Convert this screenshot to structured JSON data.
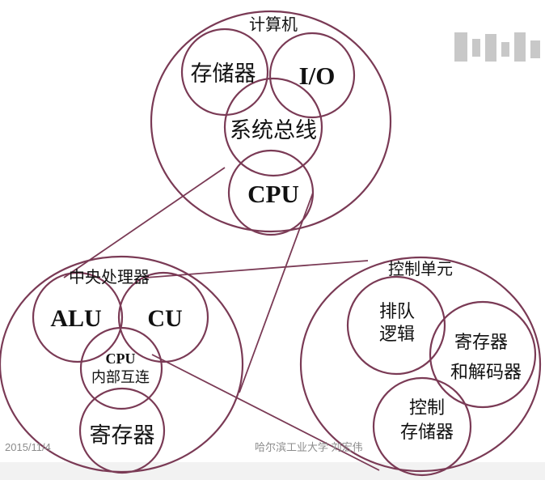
{
  "diagram": {
    "computer": {
      "title": "计算机",
      "memory": "存储器",
      "io": "I/O",
      "system_bus": "系统总线",
      "cpu": "CPU"
    },
    "cpu_detail": {
      "title": "中央处理器",
      "alu": "ALU",
      "cu": "CU",
      "interconnect_line1": "CPU",
      "interconnect_line2": "内部互连",
      "registers": "寄存器"
    },
    "control_unit": {
      "title": "控制单元",
      "queue_line1": "排队",
      "queue_line2": "逻辑",
      "reg_decoder_line1": "寄存器",
      "reg_decoder_line2": "和解码器",
      "control_memory_line1": "控制",
      "control_memory_line2": "存储器"
    }
  },
  "footer": {
    "date": "2015/11/4",
    "author": "哈尔滨工业大学 刘宏伟"
  },
  "colors": {
    "stroke": "#7a3a55",
    "text": "#111111",
    "footer_text": "#8c8c8c"
  }
}
